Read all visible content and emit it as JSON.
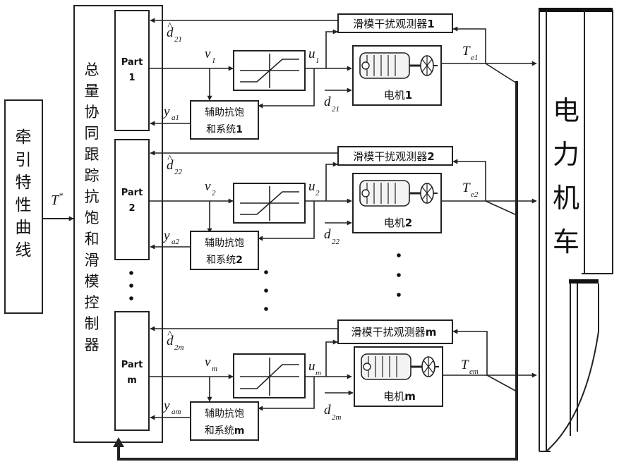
{
  "traction_curve": {
    "lines": [
      "牵",
      "引",
      "特",
      "性",
      "曲",
      "线"
    ]
  },
  "input_signal": {
    "base": "T",
    "sup": "*"
  },
  "controller": {
    "lines": [
      "总",
      "量",
      "协",
      "同",
      "跟",
      "踪",
      "抗",
      "饱",
      "和",
      "滑",
      "模",
      "控",
      "制",
      "器"
    ]
  },
  "locomotive": {
    "lines": [
      "电",
      "力",
      "机",
      "车"
    ]
  },
  "ellipsis": "⋮",
  "channels": [
    {
      "part_word": "Part",
      "part_idx": "1",
      "v_base": "v",
      "v_sub": "1",
      "u_base": "u",
      "u_sub": "1",
      "ya_base": "y",
      "ya_sub": "a1",
      "dhat_base": "d",
      "dhat_sub": "21",
      "d_base": "d",
      "d_sub": "21",
      "te_base": "T",
      "te_sub": "e1",
      "observer_label": "滑模干扰观测器",
      "observer_idx": "1",
      "aux_line1": "辅助抗饱",
      "aux_line2": "和系统",
      "aux_idx": "1",
      "motor_label": "电机",
      "motor_idx": "1"
    },
    {
      "part_word": "Part",
      "part_idx": "2",
      "v_base": "v",
      "v_sub": "2",
      "u_base": "u",
      "u_sub": "2",
      "ya_base": "y",
      "ya_sub": "a2",
      "dhat_base": "d",
      "dhat_sub": "22",
      "d_base": "d",
      "d_sub": "22",
      "te_base": "T",
      "te_sub": "e2",
      "observer_label": "滑模干扰观测器",
      "observer_idx": "2",
      "aux_line1": "辅助抗饱",
      "aux_line2": "和系统",
      "aux_idx": "2",
      "motor_label": "电机",
      "motor_idx": "2"
    },
    {
      "part_word": "Part",
      "part_idx": "m",
      "v_base": "v",
      "v_sub": "m",
      "u_base": "u",
      "u_sub": "m",
      "ya_base": "y",
      "ya_sub": "am",
      "dhat_base": "d",
      "dhat_sub": "2m",
      "d_base": "d",
      "d_sub": "2m",
      "te_base": "T",
      "te_sub": "em",
      "observer_label": "滑模干扰观测器",
      "observer_idx": "m",
      "aux_line1": "辅助抗饱",
      "aux_line2": "和系统",
      "aux_idx": "m",
      "motor_label": "电机",
      "motor_idx": "m"
    }
  ]
}
